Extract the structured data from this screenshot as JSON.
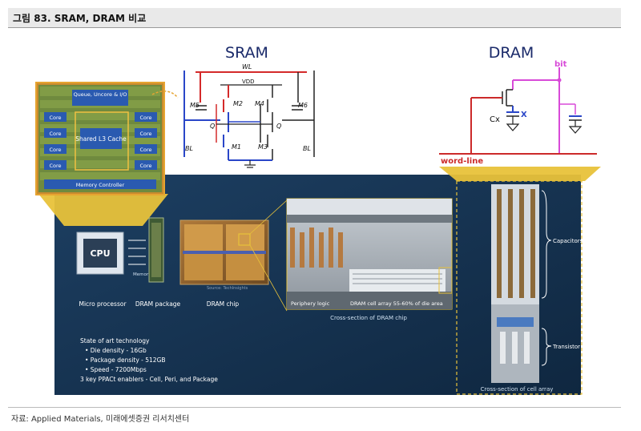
{
  "figure": {
    "title": "그림 83. SRAM, DRAM 비교",
    "source": "자료: Applied Materials, 미래에셋증권 리서치센터"
  },
  "sram": {
    "heading": "SRAM",
    "labels": {
      "wl": "WL",
      "vdd": "VDD",
      "m5": "M5",
      "m6": "M6",
      "m2": "M2",
      "m4": "M4",
      "m1": "M1",
      "m3": "M3",
      "q": "Q",
      "qbar": "Q",
      "bl": "BL",
      "blbar": "BL"
    }
  },
  "dram": {
    "heading": "DRAM",
    "labels": {
      "bit": "bit",
      "cx": "Cx",
      "x": "X",
      "wordline": "word-line"
    }
  },
  "die": {
    "labels": {
      "queue": "Queue, Uncore & I/O",
      "core": "Core",
      "shared_cache": "Shared L3 Cache",
      "memory_controller": "Memory Controller"
    }
  },
  "panel": {
    "cpu": "CPU",
    "memory_bus": "Memory bus",
    "micro_processor": "Micro processor",
    "dram_package": "DRAM package",
    "dram_chip": "DRAM chip",
    "source_watermark": "Source: TechInsights",
    "periphery_logic": "Periphery logic",
    "dram_cell_array": "DRAM cell array 55-60% of die area",
    "cross_section_chip": "Cross-section of DRAM chip",
    "capacitors": "Capacitors",
    "transistor": "Transistor",
    "cross_section_cell": "Cross-section of cell array",
    "state_title": "State of art technology",
    "bullets": [
      "•  Die density - 16Gb",
      "•  Package density - 512GB",
      "•  Speed - 7200Mbps"
    ],
    "enablers": "3 key PPACt enablers - Cell, Peri, and Package"
  },
  "colors": {
    "panel_bg": "#14304c",
    "accent_yellow": "#e8c23a",
    "sram_red": "#d42a2a",
    "sram_blue": "#2a46c8",
    "dram_magenta": "#d84ad8",
    "dram_red": "#cc2a2a"
  }
}
